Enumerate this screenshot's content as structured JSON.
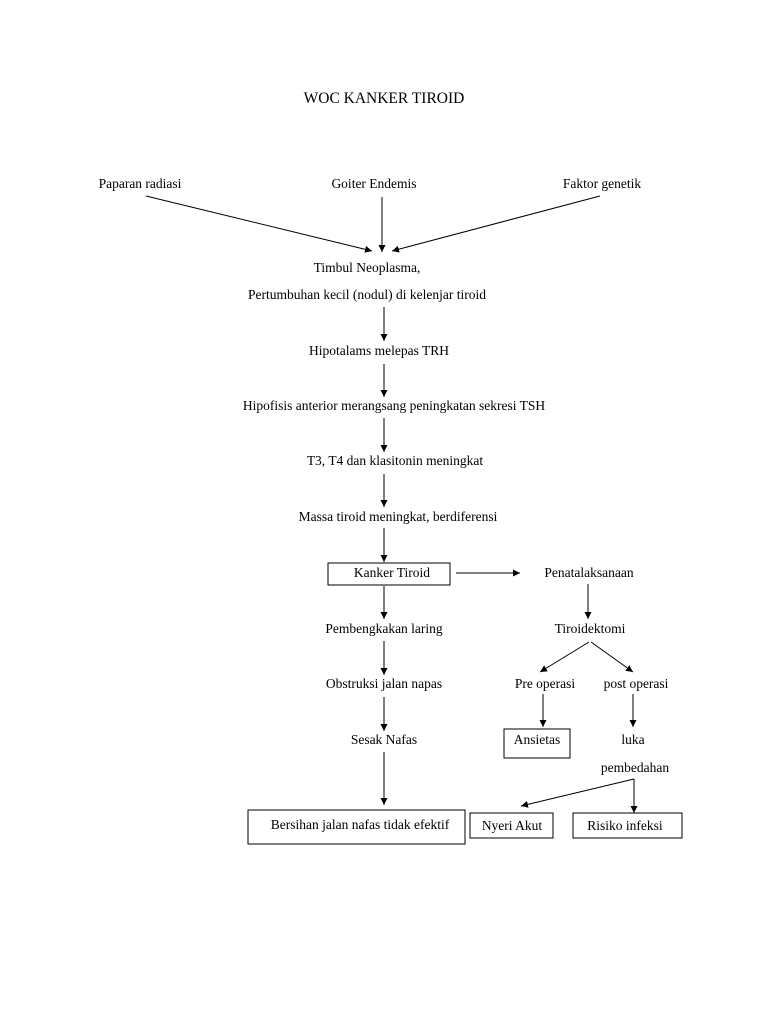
{
  "title": "WOC KANKER TIROID",
  "nodes": {
    "paparan_radiasi": "Paparan radiasi",
    "goiter_endemis": "Goiter Endemis",
    "faktor_genetik": "Faktor genetik",
    "timbul_neoplasma": "Timbul Neoplasma,",
    "pertumbuhan_nodul": "Pertumbuhan kecil (nodul) di kelenjar tiroid",
    "hipotalamus_trh": "Hipotalams melepas TRH",
    "hipofisis_tsh": "Hipofisis anterior merangsang peningkatan sekresi TSH",
    "t3_t4": "T3, T4 dan klasitonin meningkat",
    "massa_tiroid": "Massa tiroid meningkat, berdiferensi",
    "kanker_tiroid": "Kanker Tiroid",
    "penatalaksanaan": "Penatalaksanaan",
    "tiroidektomi": "Tiroidektomi",
    "pre_operasi": "Pre operasi",
    "post_operasi": "post operasi",
    "ansietas": "Ansietas",
    "luka": "luka",
    "pembedahan": "pembedahan",
    "pembengkakan_laring": "Pembengkakan laring",
    "obstruksi_jalan_napas": "Obstruksi jalan napas",
    "sesak_nafas": "Sesak  Nafas",
    "bersihan_jalan_nafas": "Bersihan jalan nafas tidak efektif",
    "nyeri_akut": "Nyeri Akut",
    "risiko_infeksi": "Risiko infeksi"
  }
}
